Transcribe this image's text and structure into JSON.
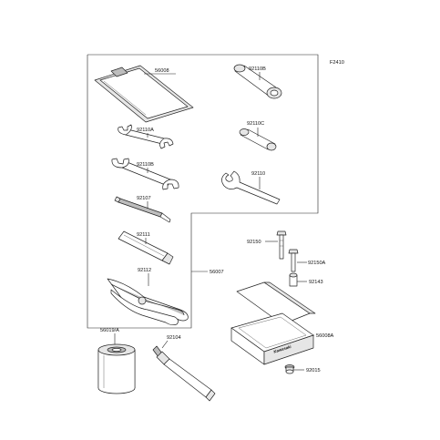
{
  "figure_code": "F2410",
  "parts": [
    {
      "id": "toolbag",
      "label": "56008"
    },
    {
      "id": "wrench_box",
      "label": "92110B"
    },
    {
      "id": "wrench_a",
      "label": "92110A"
    },
    {
      "id": "box_c",
      "label": "92110C"
    },
    {
      "id": "wrench_b",
      "label": "92110B"
    },
    {
      "id": "hook_wrench",
      "label": "92110"
    },
    {
      "id": "screwdriver_tip",
      "label": "92107"
    },
    {
      "id": "screwdriver_handle",
      "label": "92111"
    },
    {
      "id": "pliers",
      "label": "92112"
    },
    {
      "id": "tool_kit",
      "label": "56007"
    },
    {
      "id": "bolt",
      "label": "92150"
    },
    {
      "id": "bolt_a",
      "label": "92150A"
    },
    {
      "id": "collar",
      "label": "92143"
    },
    {
      "id": "case",
      "label": "56008A"
    },
    {
      "id": "grommet",
      "label": "92015"
    },
    {
      "id": "oil_filter",
      "label": "56019/A"
    },
    {
      "id": "grease_tube",
      "label": "92104"
    }
  ],
  "brand_mark": "Kawasaki"
}
